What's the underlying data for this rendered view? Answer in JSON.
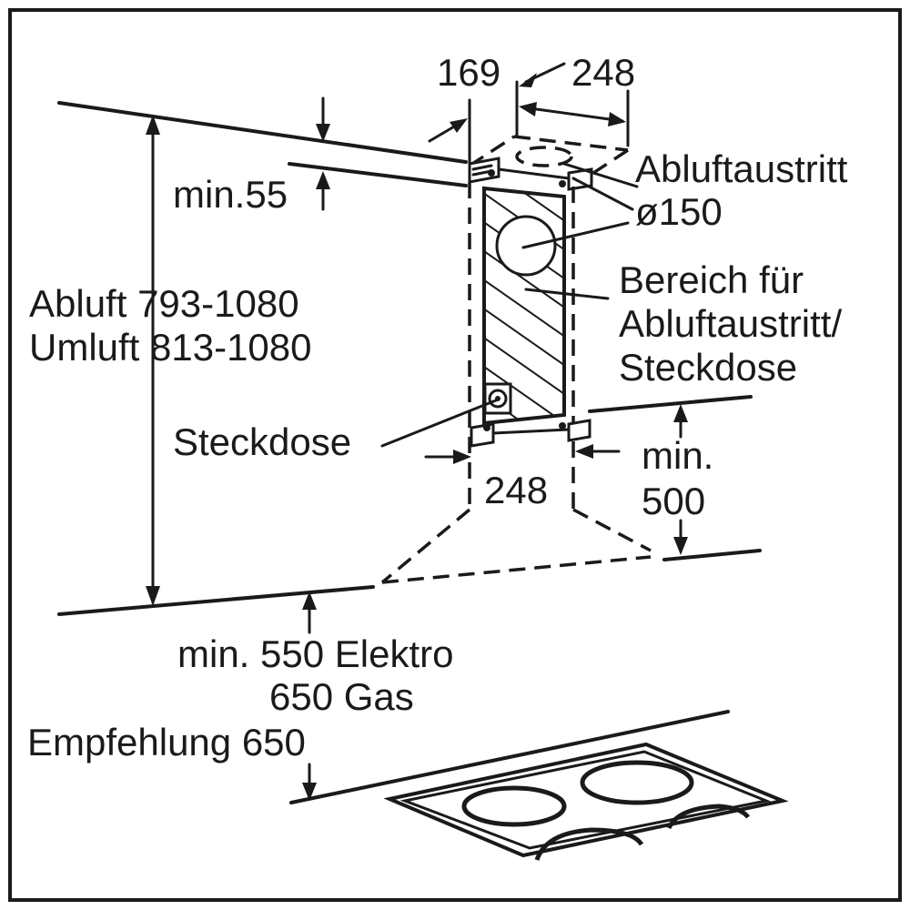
{
  "labels": {
    "dim_169": "169",
    "dim_248_top": "248",
    "dim_248_bottom": "248",
    "min55": "min.55",
    "abluftaustritt": "Abluftaustritt",
    "diameter": "ø150",
    "bereich_line1": "Bereich für",
    "bereich_line2": "Abluftaustritt/",
    "bereich_line3": "Steckdose",
    "abluft_range": "Abluft 793-1080",
    "umluft_range": "Umluft 813-1080",
    "steckdose": "Steckdose",
    "min_line1": "min.",
    "min_line2": "500",
    "min550_line1": "min. 550 Elektro",
    "min550_line2": "650 Gas",
    "empfehlung": "Empfehlung 650"
  }
}
